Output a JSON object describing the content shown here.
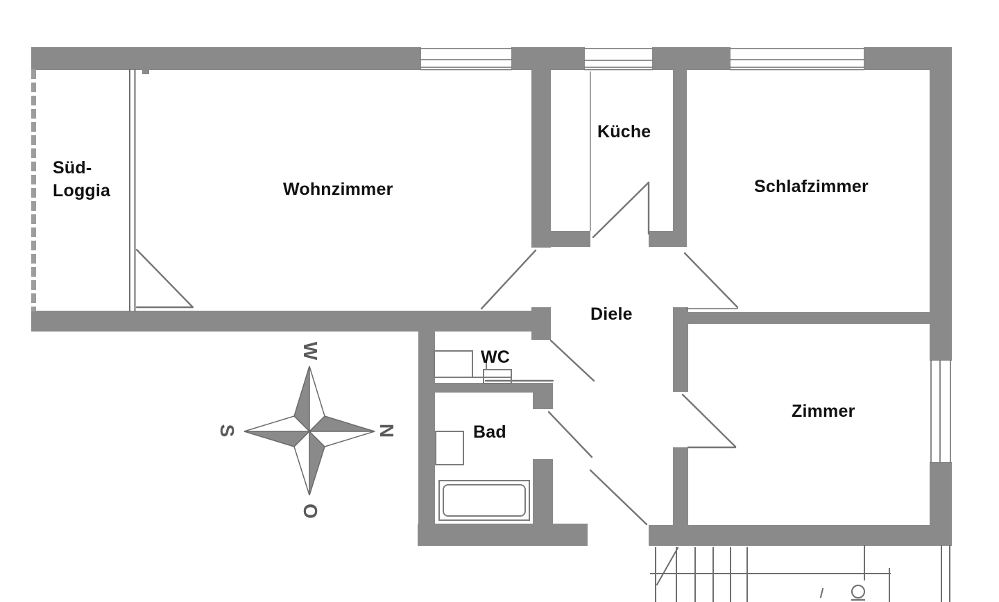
{
  "rooms": {
    "loggia": {
      "label_line1": "Süd-",
      "label_line2": "Loggia"
    },
    "wohnzimmer": {
      "label": "Wohnzimmer"
    },
    "kueche": {
      "label": "Küche"
    },
    "schlafzimmer": {
      "label": "Schlafzimmer"
    },
    "diele": {
      "label": "Diele"
    },
    "wc": {
      "label": "WC"
    },
    "bad": {
      "label": "Bad"
    },
    "zimmer": {
      "label": "Zimmer"
    }
  },
  "compass": {
    "top": "W",
    "right": "N",
    "left": "S",
    "bottom": "O"
  },
  "colors": {
    "background": "#ffffff",
    "wall": "#8a8a8a",
    "line": "#6e6e6e",
    "label": "#111111",
    "compass_letter": "#5a5a5a"
  }
}
